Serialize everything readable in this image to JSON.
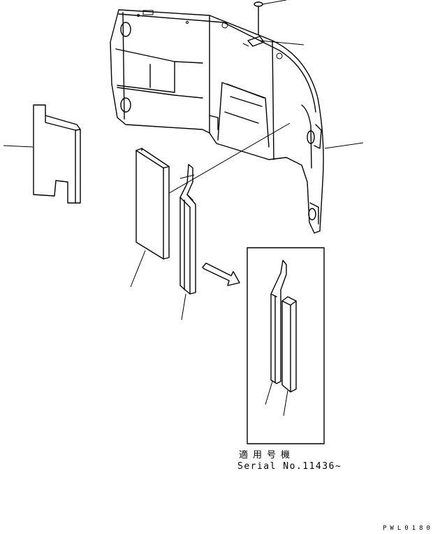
{
  "applicability": {
    "label_jp": "適用号機",
    "serial_text": "Serial No.11436~"
  },
  "drawing_code": "PWL0180"
}
